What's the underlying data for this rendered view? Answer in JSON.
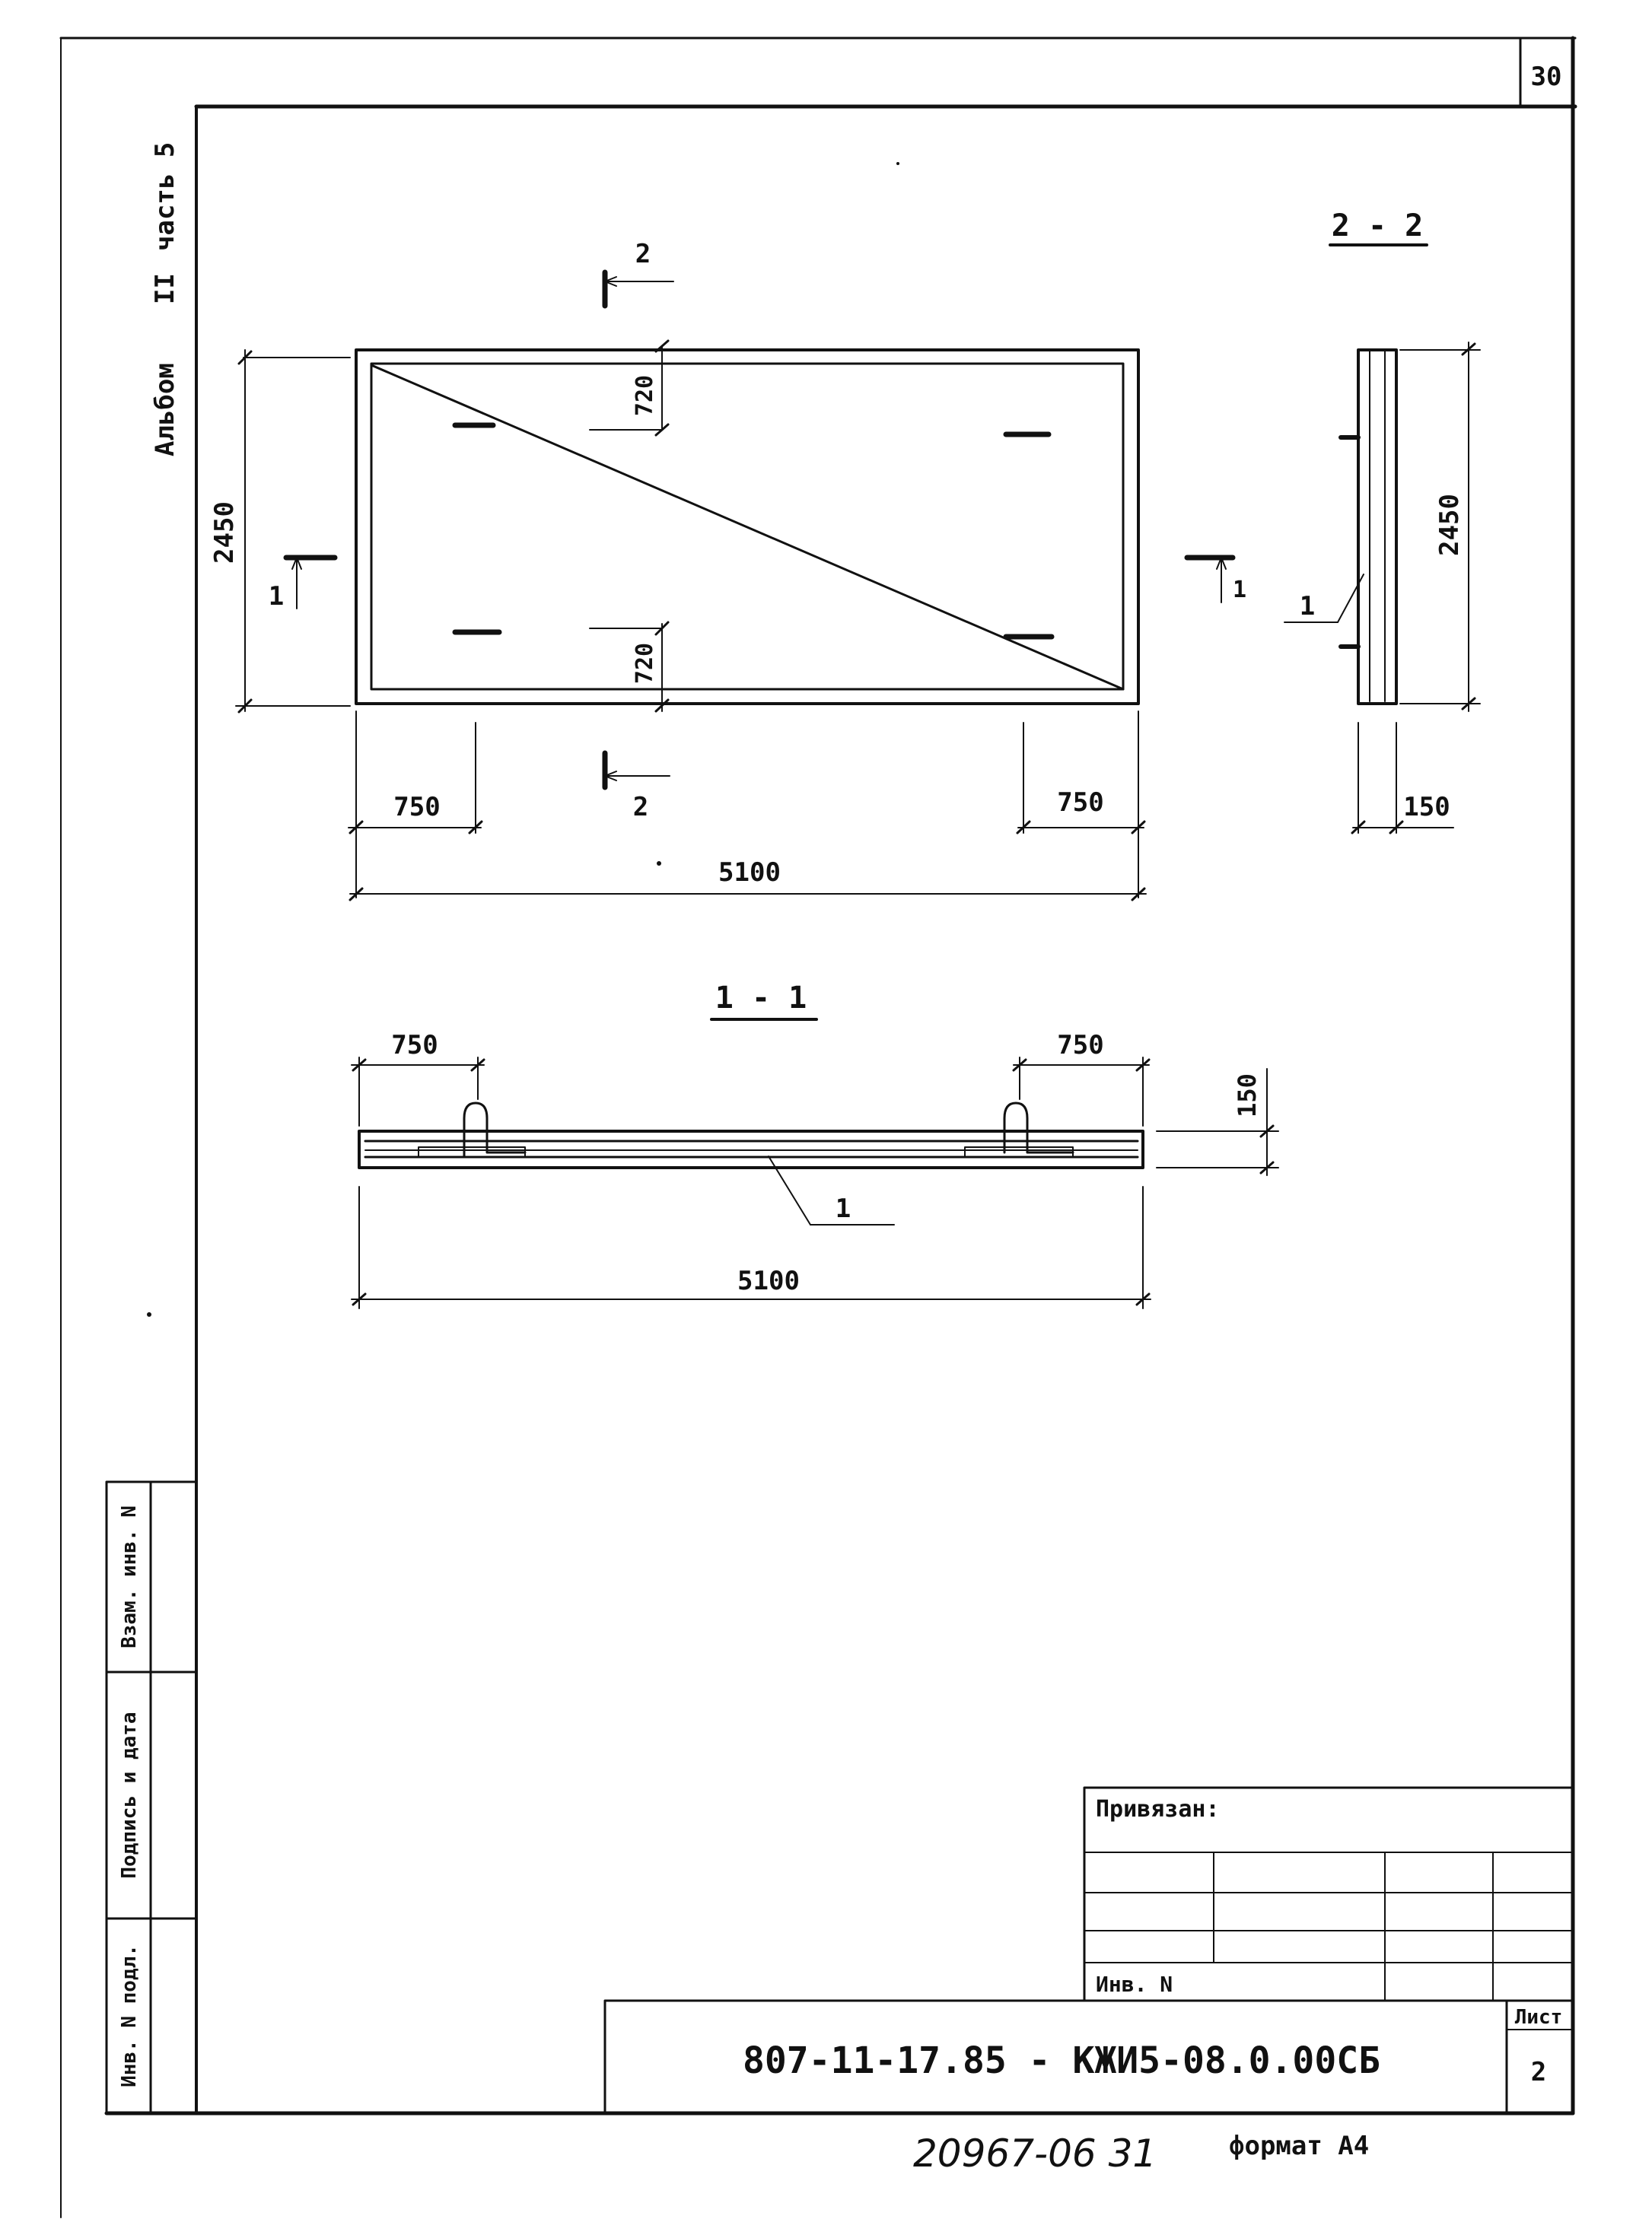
{
  "sheet": {
    "page_number": "30",
    "album": "Альбом",
    "album_number": "II",
    "part": "часть 5",
    "format": "формат А4",
    "inventory_stamp": "20967-06  31"
  },
  "plan_view": {
    "section_mark_2": "2",
    "section_mark_1": "1",
    "height_dim": "2450",
    "offset_top_dim": "720",
    "offset_bottom_dim": "720",
    "left_offset_dim": "750",
    "right_offset_dim": "750",
    "total_length_dim": "5100"
  },
  "section_2_2": {
    "title": "2 - 2",
    "height_dim": "2450",
    "thickness_dim": "150",
    "callout": "1"
  },
  "section_1_1": {
    "title": "1 - 1",
    "left_dim": "750",
    "right_dim": "750",
    "thickness_dim": "150",
    "callout": "1",
    "total_length_dim": "5100"
  },
  "side_stamp": {
    "cells": [
      "Взам. инв. N",
      "Подпись и дата",
      "Инв. N подл."
    ]
  },
  "title_block": {
    "attached_label": "Привязан:",
    "inv_label": "Инв. N",
    "designation": "807-11-17.85 -  КЖИ5-08.0.00СБ",
    "sheet_label": "Лист",
    "sheet_number": "2"
  }
}
